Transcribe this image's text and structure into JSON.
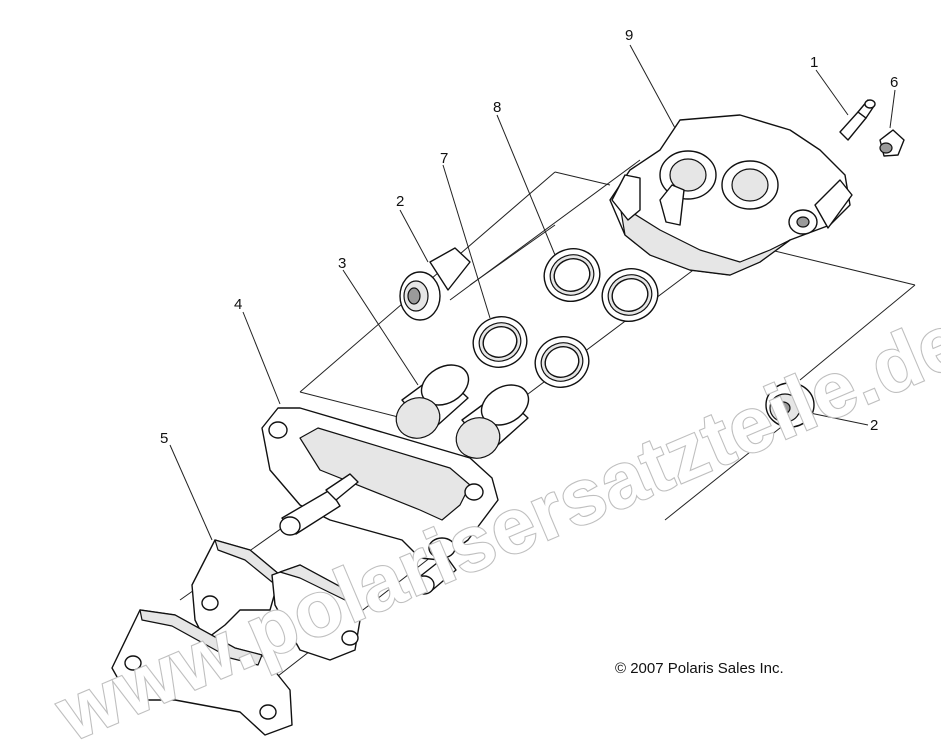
{
  "diagram": {
    "callouts": [
      "1",
      "2",
      "2",
      "3",
      "4",
      "5",
      "6",
      "7",
      "8",
      "9"
    ],
    "copyright": "© 2007 Polaris Sales Inc.",
    "watermark": "www.polarisersatzteile.de"
  },
  "colors": {
    "line": "#222222",
    "part_fill": "#ffffff",
    "part_shade": "#e6e6e6",
    "watermark_fill": "#ffffff",
    "watermark_stroke": "#bfbfbf"
  }
}
